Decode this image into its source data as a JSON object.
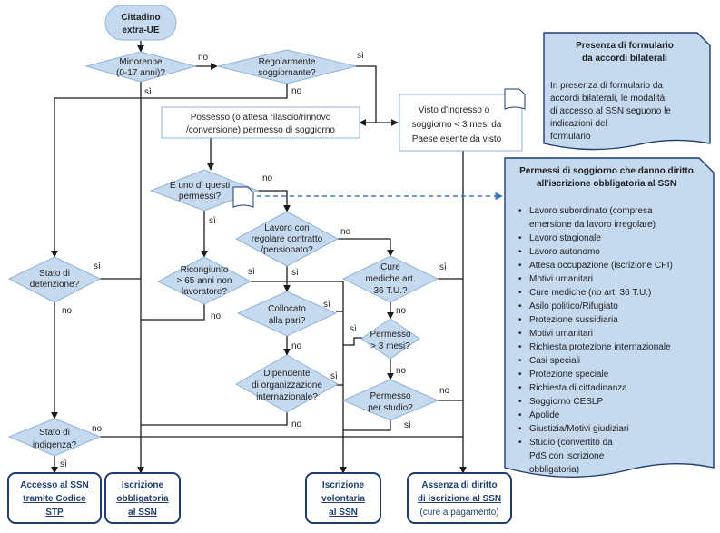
{
  "nodes": {
    "start": [
      "Cittadino",
      "extra-UE"
    ],
    "minorenne": [
      "Minorenne",
      "(0-17 anni)?"
    ],
    "regolarmente": [
      "Regolarmente",
      "soggiornante?"
    ],
    "possesso": [
      "Possesso (o attesa rilascio/rinnovo",
      "/conversione) permesso di soggiorno"
    ],
    "visto": [
      "Visto d'ingresso o",
      "soggiorno < 3 mesi da",
      "Paese esente da visto"
    ],
    "e_uno": [
      "È uno di questi",
      "permessi?"
    ],
    "lavoro": [
      "Lavoro con",
      "regolare contratto",
      "/pensionato?"
    ],
    "ricongiunto": [
      "Ricongiunto",
      "> 65 anni non",
      "lavoratore?"
    ],
    "collocato": [
      "Collocato",
      "alla pari?"
    ],
    "dipendente": [
      "Dipendente",
      "di organizzazione",
      "internazionale?"
    ],
    "cure": [
      "Cure",
      "mediche art.",
      "36 T.U.?"
    ],
    "permesso3": [
      "Permesso",
      "> 3 mesi?"
    ],
    "permesso_studio": [
      "Permesso",
      "per studio?"
    ],
    "detenzione": [
      "Stato di",
      "detenzione?"
    ],
    "indigenza": [
      "Stato di",
      "indigenza?"
    ]
  },
  "labels": {
    "si": "sì",
    "no": "no"
  },
  "outcomes": {
    "stp": [
      "Accesso al SSN",
      "tramite Codice",
      "STP"
    ],
    "obbligatoria": [
      "Iscrizione",
      "obbligatoria",
      "al SSN"
    ],
    "volontaria": [
      "Iscrizione",
      "volontaria",
      "al SSN"
    ],
    "assenza": [
      "Assenza di diritto",
      "di iscrizione al SSN"
    ],
    "assenza_sub": "(cure a pagamento)"
  },
  "panel_bilaterali": {
    "title": [
      "Presenza di formulario",
      "da accordi bilaterali"
    ],
    "body": [
      "In presenza di formulario da",
      "accordi bilaterali, le modalità",
      "di accesso al SSN seguono le",
      "indicazioni del",
      "formulario"
    ]
  },
  "panel_permessi": {
    "title": [
      "Permessi di soggiorno  che danno  diritto",
      "all'iscrizione  obbligatoria  al SSN"
    ],
    "items": [
      [
        "Lavoro subordinato (compresa",
        "emersione da lavoro irregolare)"
      ],
      [
        "Lavoro stagionale"
      ],
      [
        "Lavoro autonomo"
      ],
      [
        "Attesa occupazione (iscrizione CPI)"
      ],
      [
        "Motivi umanitari"
      ],
      [
        "Cure mediche (no art. 36 T.U.)"
      ],
      [
        "Asilo politico/Rifugiato"
      ],
      [
        "Protezione sussidiaria"
      ],
      [
        "Motivi umanitari"
      ],
      [
        "Richiesta protezione internazionale"
      ],
      [
        "Casi speciali"
      ],
      [
        "Protezione speciale"
      ],
      [
        "Richiesta di cittadinanza"
      ],
      [
        "Soggiorno CESLP"
      ],
      [
        "Apolide"
      ],
      [
        "Giustizia/Motivi giudiziari"
      ],
      [
        "Studio (convertito da",
        "PdS con iscrizione",
        "obbligatoria)"
      ]
    ]
  },
  "colors": {
    "shape_fill": "#c5d9ef",
    "shape_stroke": "#8fb3d9",
    "outcome_stroke": "#1f3d6e",
    "line": "#1a1a1a",
    "dashed": "#3b78c4",
    "doc_stroke": "#1f3d6e"
  }
}
